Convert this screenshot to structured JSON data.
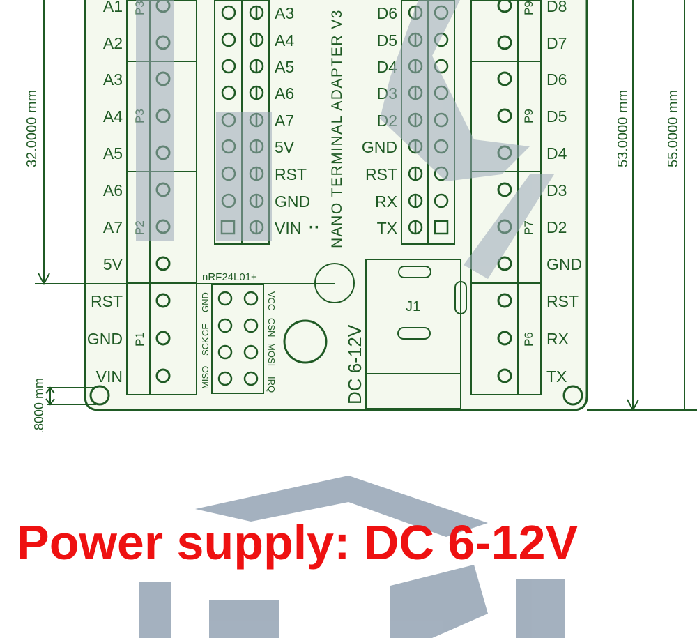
{
  "colors": {
    "board_fill": "#f4f9ee",
    "trace": "#1f5a24",
    "watermark": "#9aa8b8",
    "headline": "#ee1111"
  },
  "board": {
    "title": "NANO TERMINAL ADAPTER V3",
    "rf_header": "nRF24L01+",
    "dc_label": "DC 6-12V",
    "jack_label": "J1",
    "mount_icons": [
      "mounting-hole-icon",
      "mounting-hole-icon"
    ]
  },
  "dimensions": {
    "d_32": "32.0000 mm",
    "d_53": "53.0000 mm",
    "d_55": "55.0000 mm",
    "d_08": ".8000 mm"
  },
  "left_terminal": {
    "pins": [
      "A1",
      "A2",
      "A3",
      "A4",
      "A5",
      "A6",
      "A7",
      "5V",
      "RST",
      "GND",
      "VIN"
    ],
    "blocks": [
      "P3",
      "P3",
      "P2",
      "P1"
    ]
  },
  "right_terminal": {
    "pins": [
      "D8",
      "D7",
      "D6",
      "D5",
      "D4",
      "D3",
      "D2",
      "GND",
      "RST",
      "RX",
      "TX"
    ],
    "blocks": [
      "P9",
      "P9",
      "P7",
      "P6"
    ]
  },
  "nano_left_labels": [
    "A3",
    "A4",
    "A5",
    "A6",
    "A7",
    "5V",
    "RST",
    "GND",
    "VIN"
  ],
  "nano_right_labels": [
    "D6",
    "D5",
    "D4",
    "D3",
    "D2",
    "GND",
    "RST",
    "RX",
    "TX"
  ],
  "rf_pins_left": [
    "GND",
    "CE",
    "SCK",
    "MISO"
  ],
  "rf_pins_right": [
    "VCC",
    "CSN",
    "MOSI",
    "IRQ"
  ],
  "headline": "Power supply: DC 6-12V"
}
